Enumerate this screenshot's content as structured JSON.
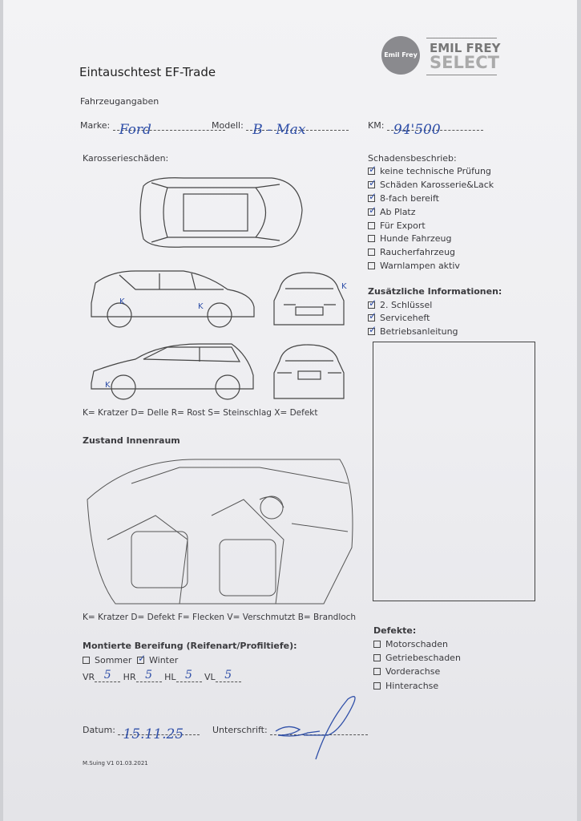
{
  "header": {
    "title": "Eintauschtest EF-Trade",
    "logo_badge": "Emil Frey",
    "logo_line1": "EMIL FREY",
    "logo_line2": "SELECT"
  },
  "vehicle": {
    "section": "Fahrzeugangaben",
    "marke_label": "Marke:",
    "marke_value": "Ford",
    "modell_label": "Modell:",
    "modell_value": "B - Max",
    "km_label": "KM:",
    "km_value": "94'500"
  },
  "body_damage": {
    "title": "Karosserieschäden:",
    "legend": "K= Kratzer D= Delle R= Rost S= Steinschlag X= Defekt",
    "marks": [
      "K",
      "K",
      "K",
      "K"
    ]
  },
  "damage_desc": {
    "title": "Schadensbeschrieb:",
    "items": [
      {
        "label": "keine technische Prüfung",
        "checked": true
      },
      {
        "label": "Schäden Karosserie&Lack",
        "checked": true
      },
      {
        "label": "8-fach bereift",
        "checked": true
      },
      {
        "label": "Ab Platz",
        "checked": true
      },
      {
        "label": "Für Export",
        "checked": false
      },
      {
        "label": "Hunde Fahrzeug",
        "checked": false
      },
      {
        "label": "Raucherfahrzeug",
        "checked": false
      },
      {
        "label": "Warnlampen aktiv",
        "checked": false
      }
    ]
  },
  "additional": {
    "title": "Zusätzliche Informationen:",
    "items": [
      {
        "label": "2. Schlüssel",
        "checked": true
      },
      {
        "label": "Serviceheft",
        "checked": true
      },
      {
        "label": "Betriebsanleitung",
        "checked": true
      }
    ]
  },
  "interior": {
    "title": "Zustand Innenraum",
    "legend": "K= Kratzer D= Defekt F= Flecken V= Verschmutzt B= Brandloch"
  },
  "tires": {
    "title": "Montierte Bereifung (Reifenart/Profiltiefe):",
    "sommer": "Sommer",
    "winter": "Winter",
    "sommer_checked": false,
    "winter_checked": true,
    "vr_label": "VR",
    "vr": "5",
    "hr_label": "HR",
    "hr": "5",
    "hl_label": "HL",
    "hl": "5",
    "vl_label": "VL",
    "vl": "5"
  },
  "defects": {
    "title": "Defekte:",
    "items": [
      {
        "label": "Motorschaden",
        "checked": false
      },
      {
        "label": "Getriebeschaden",
        "checked": false
      },
      {
        "label": "Vorderachse",
        "checked": false
      },
      {
        "label": "Hinterachse",
        "checked": false
      }
    ]
  },
  "footer": {
    "datum_label": "Datum:",
    "datum_value": "15.11.25",
    "signature_label": "Unterschrift:",
    "version": "M.Suing V1 01.03.2021"
  }
}
